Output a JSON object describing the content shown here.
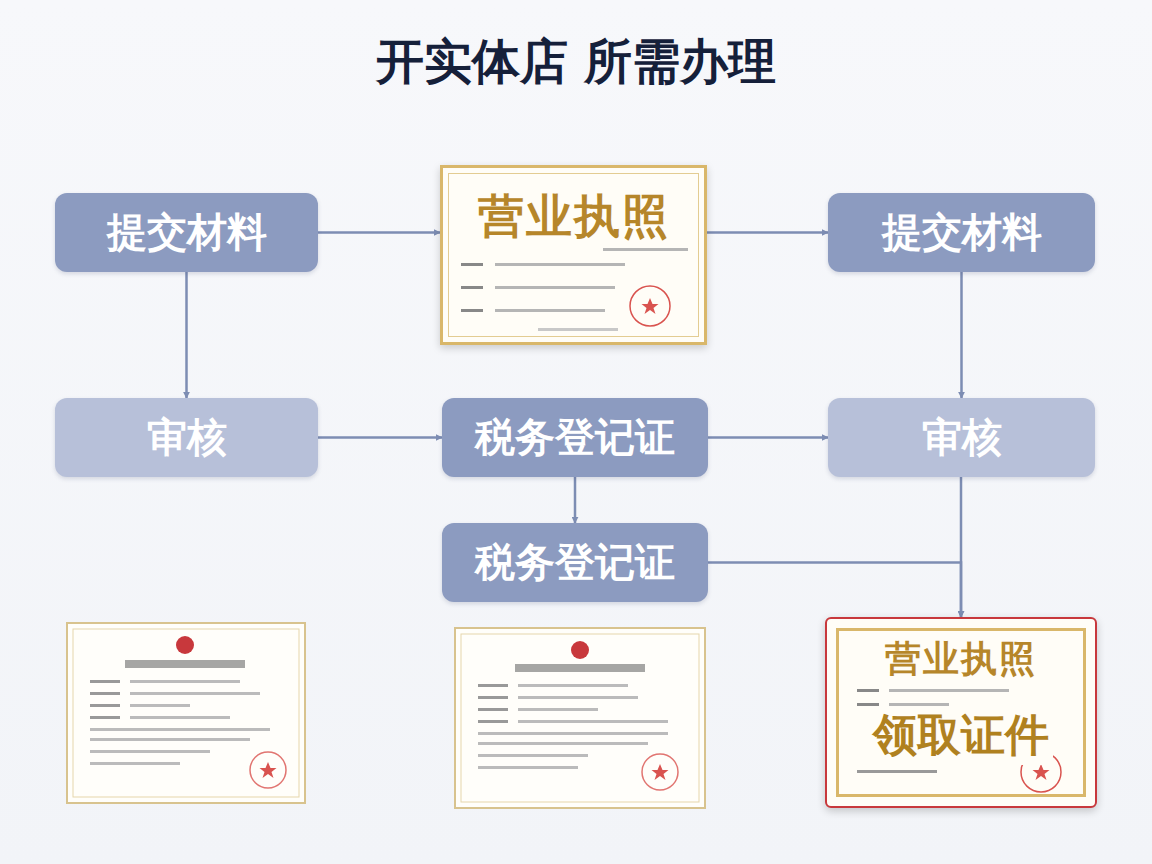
{
  "diagram": {
    "title": "开实体店 所需办理",
    "nodes": [
      {
        "text": [
          "提交材料"
        ]
      },
      {
        "text": [
          "营业执照"
        ]
      },
      {
        "text": [
          "提交材料"
        ]
      },
      {
        "text": [
          "审核"
        ]
      },
      {
        "text": [
          "税务登记证"
        ]
      },
      {
        "text": [
          "审核"
        ]
      },
      {
        "text": [
          "税务登记证"
        ]
      },
      {
        "text": [
          "营业执照",
          "领取证件"
        ]
      }
    ],
    "edges": [
      {
        "from": 0,
        "to": 1,
        "arrow": "to"
      },
      {
        "from": 0,
        "to": 3,
        "arrow": "to"
      },
      {
        "from": 1,
        "to": 2,
        "arrow": "to"
      },
      {
        "from": 2,
        "to": 5,
        "arrow": "to"
      },
      {
        "from": 3,
        "to": 4,
        "arrow": "to"
      },
      {
        "from": 4,
        "to": 5,
        "arrow": "to"
      },
      {
        "from": 4,
        "to": 6,
        "arrow": "to"
      },
      {
        "from": 5,
        "to": 7,
        "arrow": "to"
      },
      {
        "from": 6,
        "to": 7,
        "arrow": "to"
      }
    ]
  }
}
